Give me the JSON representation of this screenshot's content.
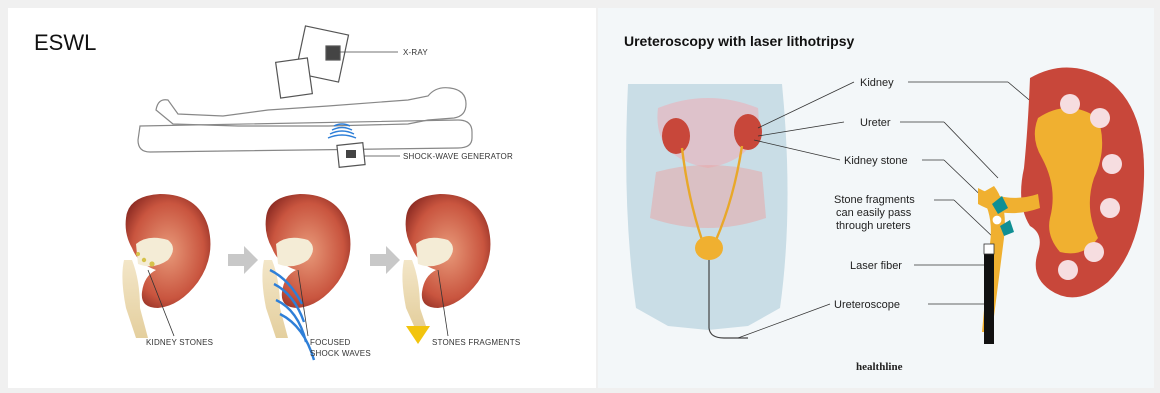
{
  "left_panel": {
    "title": "ESWL",
    "labels": {
      "xray": "X-RAY",
      "generator": "SHOCK-WAVE GENERATOR",
      "kidney_stones": "KIDNEY STONES",
      "focused_1": "FOCUSED",
      "focused_2": "SHOCK WAVES",
      "fragments": "STONES FRAGMENTS"
    }
  },
  "right_panel": {
    "title": "Ureteroscopy with laser lithotripsy",
    "labels": {
      "kidney": "Kidney",
      "ureter": "Ureter",
      "kidney_stone": "Kidney stone",
      "fragments_1": "Stone fragments",
      "fragments_2": "can easily pass",
      "fragments_3": "through ureters",
      "laser_fiber": "Laser fiber",
      "ureteroscope": "Ureteroscope"
    },
    "brand": "healthline"
  },
  "colors": {
    "kidney_red": "#c8473a",
    "ureter_orange": "#f0b030",
    "body_blue": "#c9dde6",
    "stone_teal": "#0f8f94",
    "shock_blue": "#2e7fd8"
  }
}
